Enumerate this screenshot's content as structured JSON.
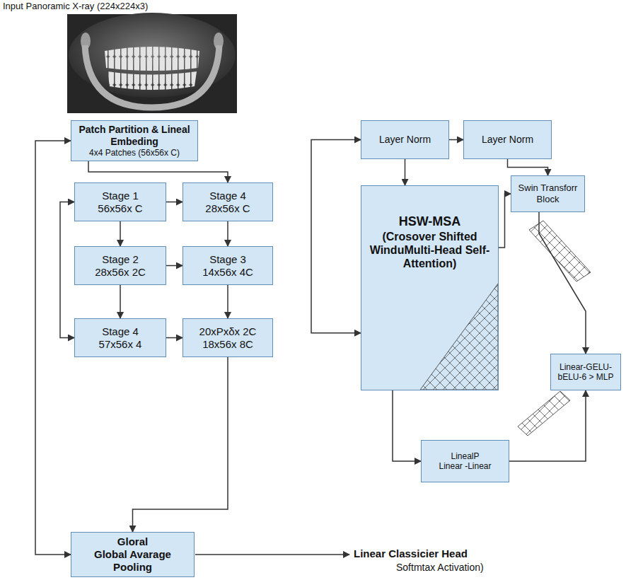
{
  "diagram": {
    "nodes": [
      {
        "text": [
          "Patch Partition & Lineal Embeding",
          "4x4 Patches (56x56x C)"
        ]
      },
      {
        "text": [
          "Layer Norm"
        ]
      },
      {
        "text": [
          "Layer Norm"
        ]
      },
      {
        "text": [
          "Stage 1",
          "56x56x C"
        ]
      },
      {
        "text": [
          "Stage 4",
          "28x56x C"
        ]
      },
      {
        "text": [
          "Swin Transforr Block"
        ]
      },
      {
        "text": [
          "HSW-MSA",
          "(Crosover Shifted WinduMulti-Head Self-Attention)"
        ]
      },
      {
        "text": [
          "Stage 2",
          "28x56x 2C"
        ]
      },
      {
        "text": [
          "Stage 3",
          "14x56x 4C"
        ]
      },
      {
        "text": [
          "Linear-GELU- bELU-6 > MLP"
        ]
      },
      {
        "text": [
          "Stage 4",
          "57x56x 4"
        ]
      },
      {
        "text": [
          "20xPxδx 2C",
          "18x56x 8C"
        ]
      },
      {
        "text": [
          "LinealP",
          "Linear -Linear"
        ]
      },
      {
        "text": [
          "Gloral",
          "Global Avarage Pooling"
        ]
      }
    ],
    "edges": [
      {
        "from": 13,
        "to": 0,
        "arrow": "both"
      },
      {
        "from": 0,
        "to": 4,
        "arrow": "to"
      },
      {
        "from": 3,
        "to": 4,
        "arrow": "to"
      },
      {
        "from": 3,
        "to": 7,
        "arrow": "to"
      },
      {
        "from": 4,
        "to": 8,
        "arrow": "to"
      },
      {
        "from": 7,
        "to": 8,
        "arrow": "to"
      },
      {
        "from": 7,
        "to": 10,
        "arrow": "to"
      },
      {
        "from": 8,
        "to": 11,
        "arrow": "to"
      },
      {
        "from": 10,
        "to": 11,
        "arrow": "to"
      },
      {
        "from": 3,
        "to": 10,
        "arrow": "both"
      },
      {
        "from": 11,
        "to": 13,
        "arrow": "to"
      },
      {
        "from": 1,
        "to": 2,
        "arrow": "to"
      },
      {
        "from": 1,
        "to": 6,
        "arrow": "to"
      },
      {
        "from": 2,
        "to": 5,
        "arrow": "to"
      },
      {
        "from": 6,
        "to": 1,
        "arrow": "both"
      },
      {
        "from": 6,
        "to": 5,
        "arrow": "to"
      },
      {
        "from": 5,
        "to": 9,
        "arrow": "to"
      },
      {
        "from": 6,
        "to": 12,
        "arrow": "to"
      },
      {
        "from": 12,
        "to": 9,
        "arrow": "to"
      }
    ],
    "labels": [
      "Input Panoramic X-ray (224x224x3)",
      "Linear Classicier Head",
      "Softmtax Activation)"
    ]
  }
}
